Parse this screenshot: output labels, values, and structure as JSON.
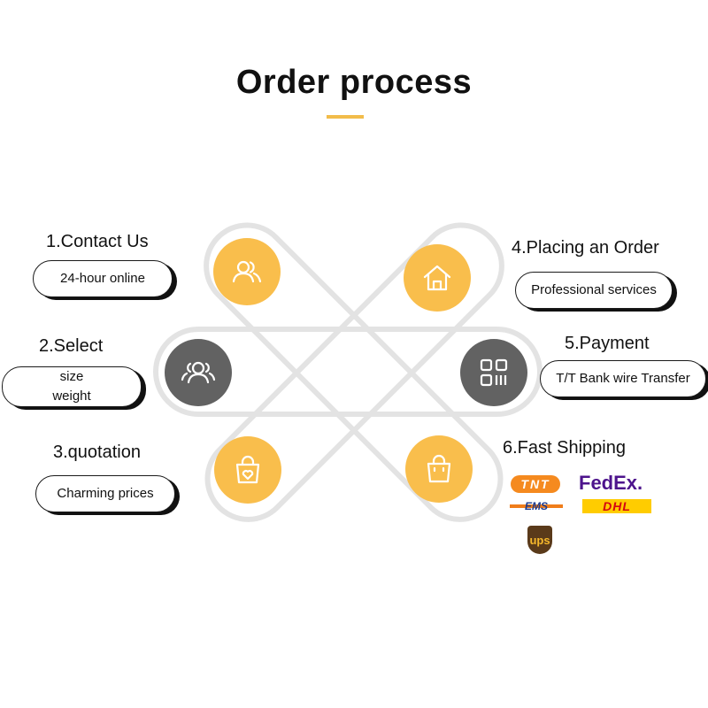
{
  "title": "Order process",
  "colors": {
    "accent": "#f9be4c",
    "neutral": "#626262",
    "track": "#e3e3e3"
  },
  "steps": [
    {
      "label": "1.Contact Us",
      "details": [
        "24-hour online"
      ],
      "icon": "users-icon",
      "color": "yellow"
    },
    {
      "label": "2.Select",
      "details": [
        "size",
        "weight"
      ],
      "icon": "users-icon",
      "color": "grey"
    },
    {
      "label": "3.quotation",
      "details": [
        "Charming prices"
      ],
      "icon": "shopping-bag-heart-icon",
      "color": "yellow"
    },
    {
      "label": "4.Placing an Order",
      "details": [
        "Professional services"
      ],
      "icon": "home-icon",
      "color": "yellow"
    },
    {
      "label": "5.Payment",
      "details": [
        "T/T Bank wire Transfer"
      ],
      "icon": "qr-code-icon",
      "color": "grey"
    },
    {
      "label": "6.Fast Shipping",
      "details": [],
      "icon": "shopping-bag-icon",
      "color": "yellow"
    }
  ],
  "couriers": [
    "TNT",
    "FedEx.",
    "EMS",
    "DHL",
    "ups"
  ]
}
